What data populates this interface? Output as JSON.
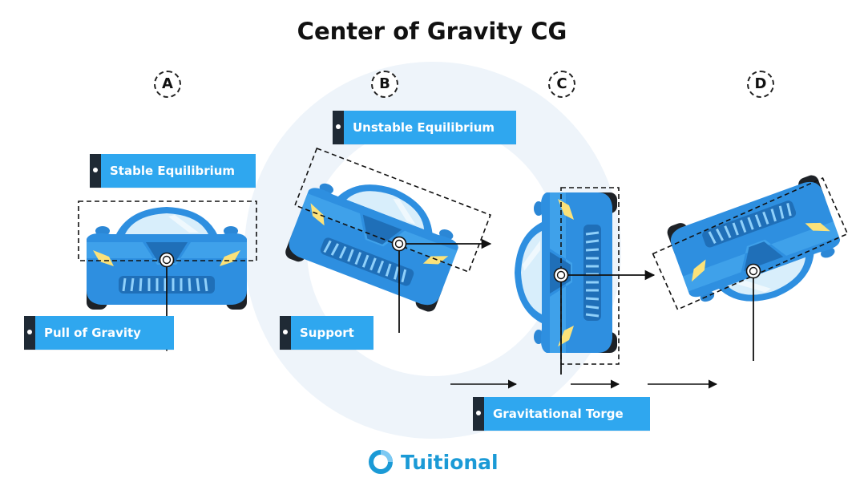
{
  "title": "Center of Gravity CG",
  "stages": [
    {
      "id": "A"
    },
    {
      "id": "B"
    },
    {
      "id": "C"
    },
    {
      "id": "D"
    }
  ],
  "labels": {
    "stable": "Stable Equilibrium",
    "unstable": "Unstable Equilibrium",
    "pull": "Pull of Gravity",
    "support": "Support",
    "torque": "Gravitational Torge"
  },
  "brand": {
    "name": "Tuitional"
  },
  "colors": {
    "car_body": "#2e8fe0",
    "car_light": "#4fb1f2",
    "tag_bg": "#2fa7ef",
    "tag_tab": "#1f2a35",
    "ring": "#eef5fb",
    "brand": "#1b9ad6"
  }
}
